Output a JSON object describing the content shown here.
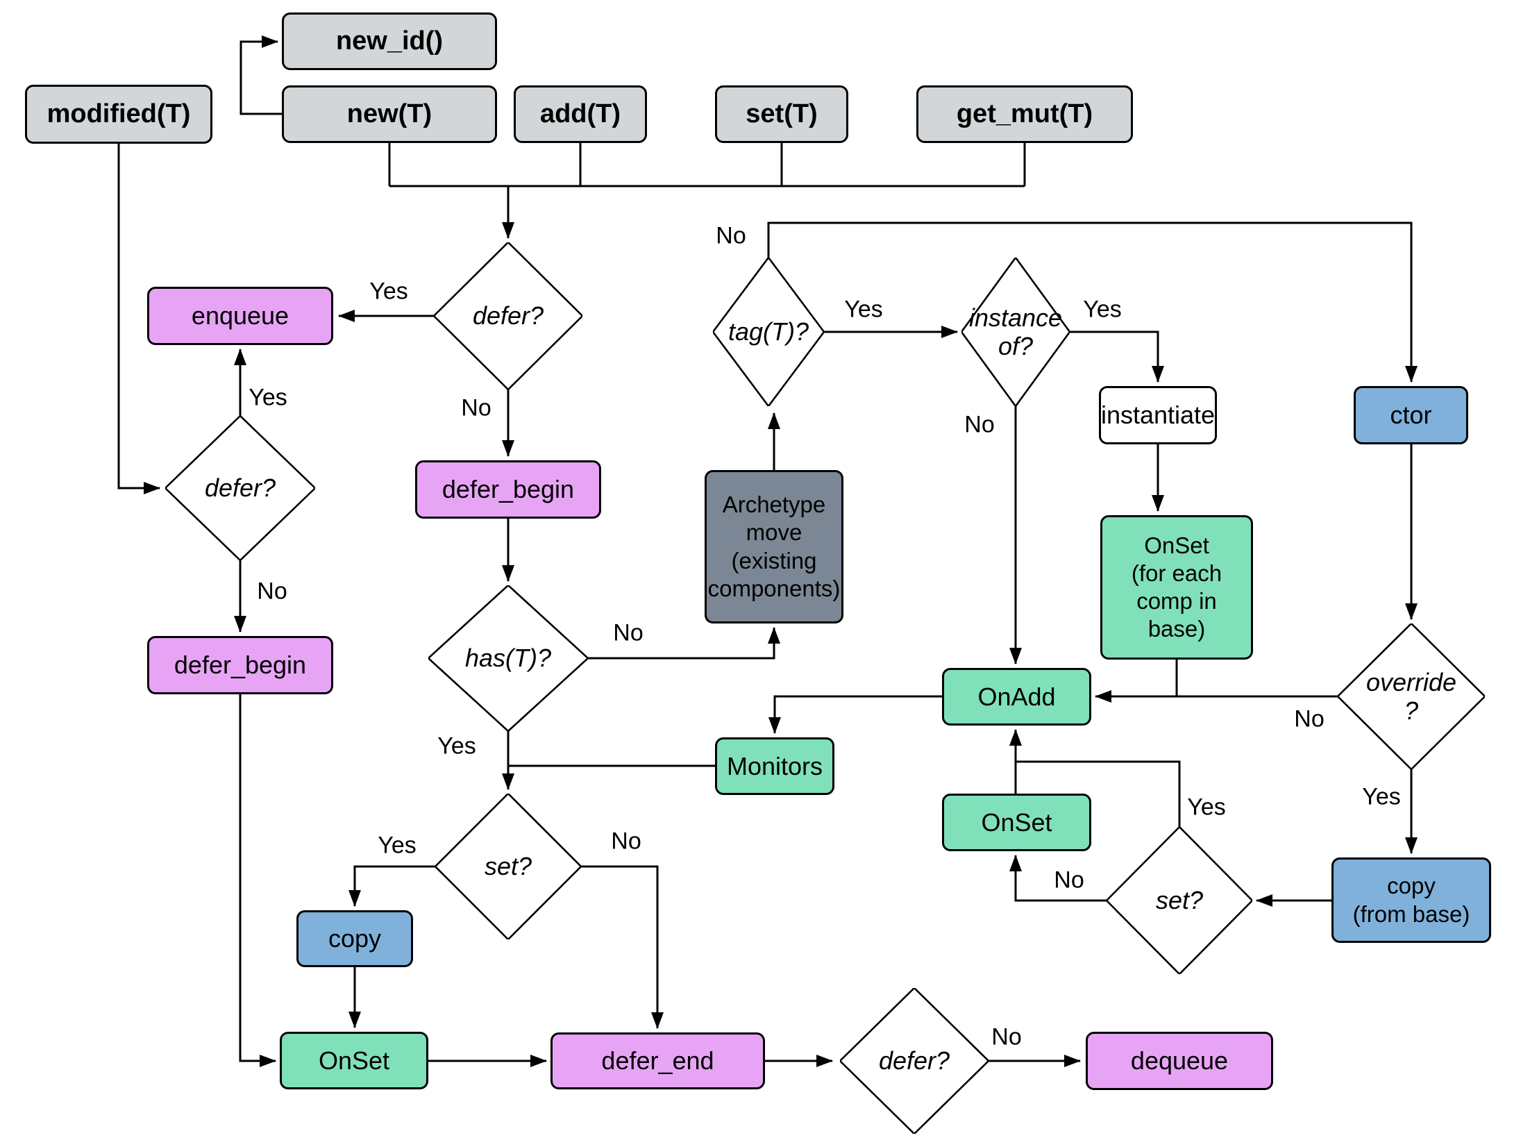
{
  "colors": {
    "api_box_fill": "#d3d6d8",
    "defer_action_fill": "#e7a4f4",
    "hook_fill": "#80e0ba",
    "lifecycle_fill": "#7fb1db",
    "archetype_fill": "#7b8794",
    "plain_fill": "#ffffff",
    "line": "#000000"
  },
  "api_boxes": {
    "modified": "modified(T)",
    "new_id": "new_id()",
    "new": "new(T)",
    "add": "add(T)",
    "set": "set(T)",
    "get_mut": "get_mut(T)"
  },
  "nodes": {
    "enqueue": "enqueue",
    "defer_begin_a": "defer_begin",
    "defer_begin_b": "defer_begin",
    "defer_end": "defer_end",
    "dequeue": "dequeue",
    "monitors": "Monitors",
    "on_add": "OnAdd",
    "on_set_right": "OnSet",
    "on_set_base": "OnSet\n(for each\ncomp in\nbase)",
    "on_set_bottom": "OnSet",
    "copy": "copy",
    "ctor": "ctor",
    "copy_from_base": "copy\n(from base)",
    "instantiate": "instantiate",
    "archetype_move": "Archetype\nmove\n(existing\ncomponents)"
  },
  "decisions": {
    "defer_1": "defer?",
    "defer_2": "defer?",
    "has_t": "has(T)?",
    "set_1": "set?",
    "tag_t": "tag(T)?",
    "instance_of": "instance\nof?",
    "override": "override\n?",
    "set_2": "set?",
    "defer_3": "defer?"
  },
  "edge_labels": {
    "yes": "Yes",
    "no": "No"
  }
}
